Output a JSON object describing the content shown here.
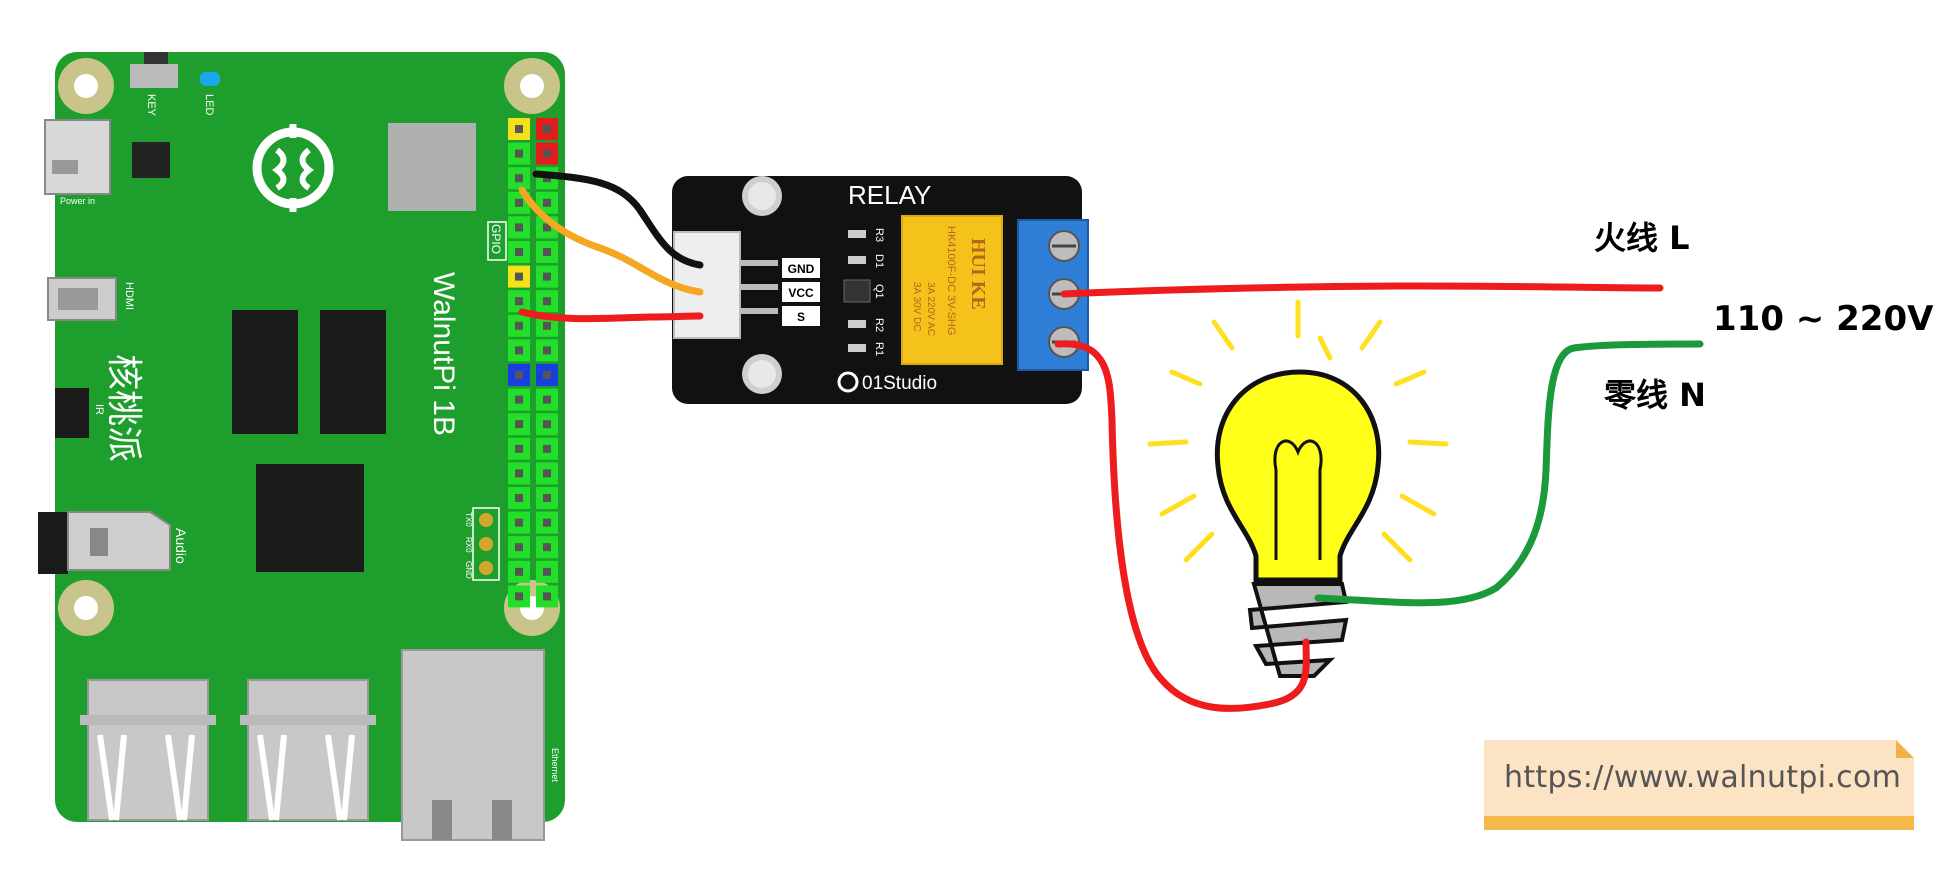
{
  "board": {
    "name": "WalnutPi 1B",
    "name_cn": "核桃派",
    "labels": {
      "key": "KEY",
      "led": "LED",
      "power": "Power in",
      "hdmi": "HDMI",
      "ir": "IR",
      "audio": "Audio",
      "gpio": "GPIO",
      "ethernet": "Ethernet",
      "tx0": "TX0",
      "rx0": "RX0",
      "gnd": "GND"
    }
  },
  "relay": {
    "title": "RELAY",
    "brand": "01Studio",
    "pins": [
      "GND",
      "VCC",
      "S"
    ],
    "component_labels": [
      "R3",
      "D1",
      "Q1",
      "R2",
      "R1"
    ],
    "chip_lines": [
      "HK4100F-DC 3V-SHG",
      "3A 220V AC",
      "3A 30V DC"
    ],
    "chip_brand": "HUI KE"
  },
  "mains": {
    "live_label": "火线 L",
    "neutral_label": "零线 N",
    "voltage": "110 ~ 220V"
  },
  "watermark": {
    "url": "https://www.walnutpi.com"
  },
  "colors": {
    "board_green": "#1e9e2c",
    "wire_red": "#ee1c1c",
    "wire_green": "#1a9a3a",
    "wire_black": "#111111",
    "wire_yellow": "#f5a623",
    "terminal_blue": "#2f7fd8",
    "relay_body": "#f5c21b",
    "bulb_yellow": "#ffff1a"
  }
}
